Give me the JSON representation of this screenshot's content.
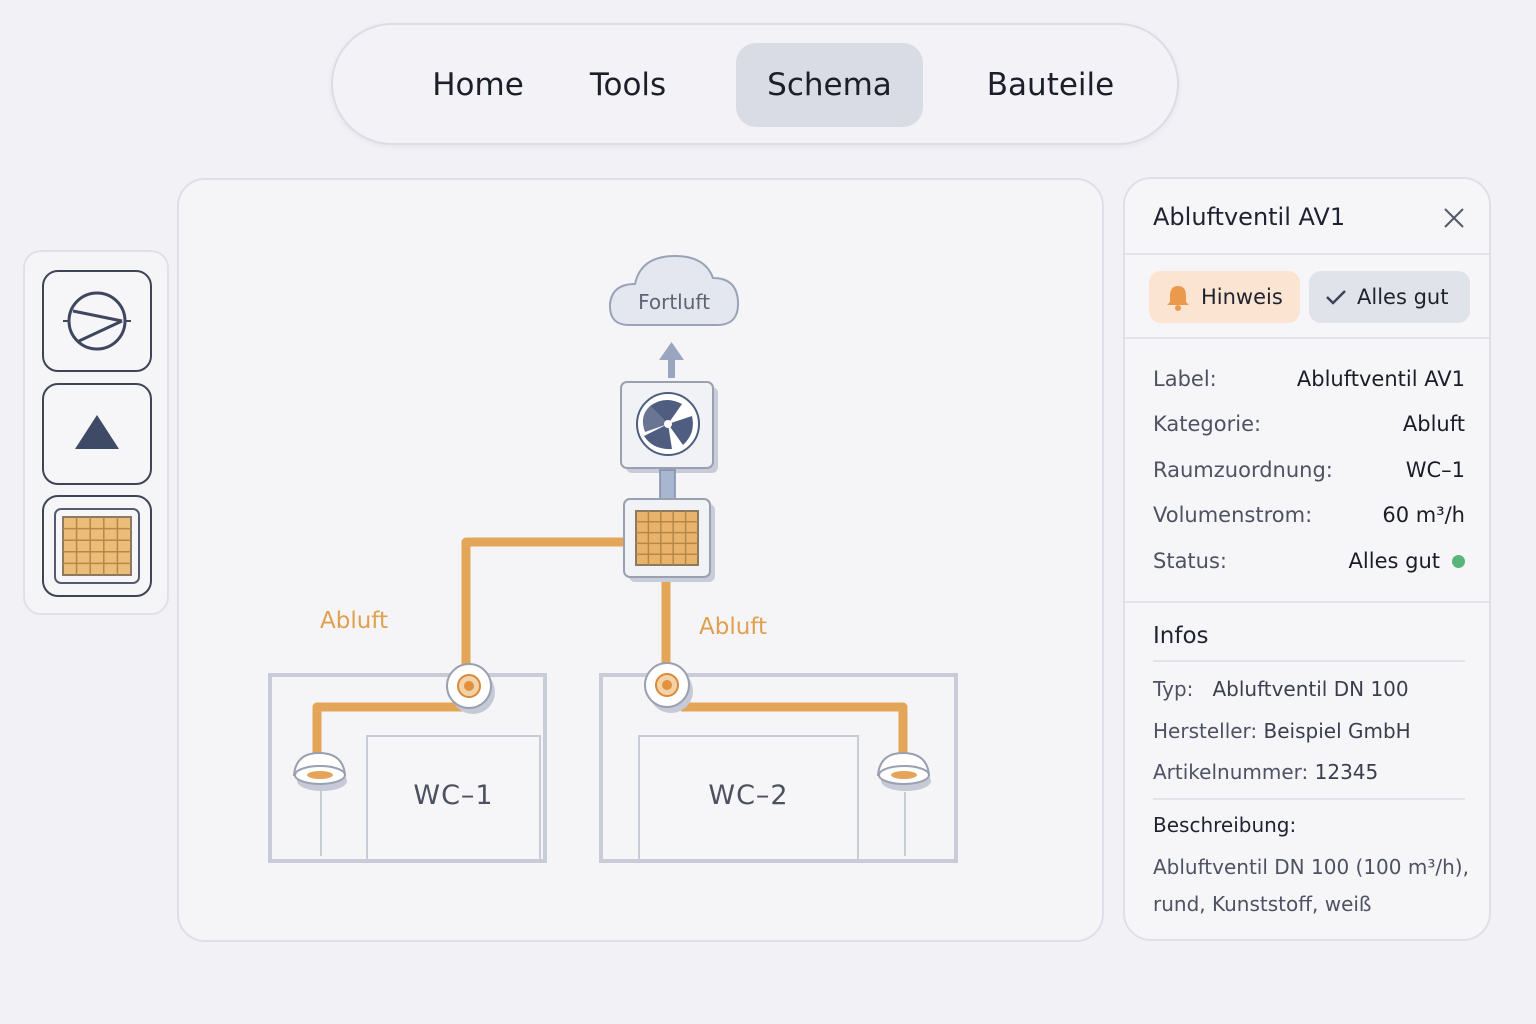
{
  "nav": {
    "items": [
      {
        "label": "Home"
      },
      {
        "label": "Tools"
      },
      {
        "label": "Schema"
      },
      {
        "label": "Bauteile"
      }
    ],
    "active": "Schema"
  },
  "toolbox": {
    "tools": [
      {
        "icon": "pump-icon"
      },
      {
        "icon": "triangle-icon"
      },
      {
        "icon": "filter-grid-icon"
      }
    ]
  },
  "diagram": {
    "cloud_label": "Fortluft",
    "duct_label_left": "Abluft",
    "duct_label_right": "Abluft",
    "room_1": "WC–1",
    "room_2": "WC–2",
    "colors": {
      "duct": "#e3a557",
      "fan": "#4f5d80",
      "filter": "#e8b56a"
    }
  },
  "panel": {
    "title": "Abluftventil AV1",
    "chip_hint": "Hinweis",
    "chip_ok": "Alles gut",
    "properties": [
      {
        "key": "Label:",
        "value": "Abluftventil AV1"
      },
      {
        "key": "Kategorie:",
        "value": "Abluft"
      },
      {
        "key": "Raumzuordnung:",
        "value": "WC–1"
      },
      {
        "key": "Volumenstrom:",
        "value": "60 m³/h"
      },
      {
        "key": "Status:",
        "value": "Alles gut"
      }
    ],
    "status_color": "#5bb57a",
    "infos_title": "Infos",
    "info": {
      "typ_key": "Typ:",
      "typ_val": "Abluftventil DN 100",
      "hersteller_key": "Hersteller:",
      "hersteller_val": "Beispiel GmbH",
      "artikel_key": "Artikelnummer:",
      "artikel_val": "12345"
    },
    "beschreibung_title": "Beschreibung:",
    "beschreibung_text": "Abluftventil DN 100 (100 m³/h), rund, Kunststoff, weiß"
  }
}
